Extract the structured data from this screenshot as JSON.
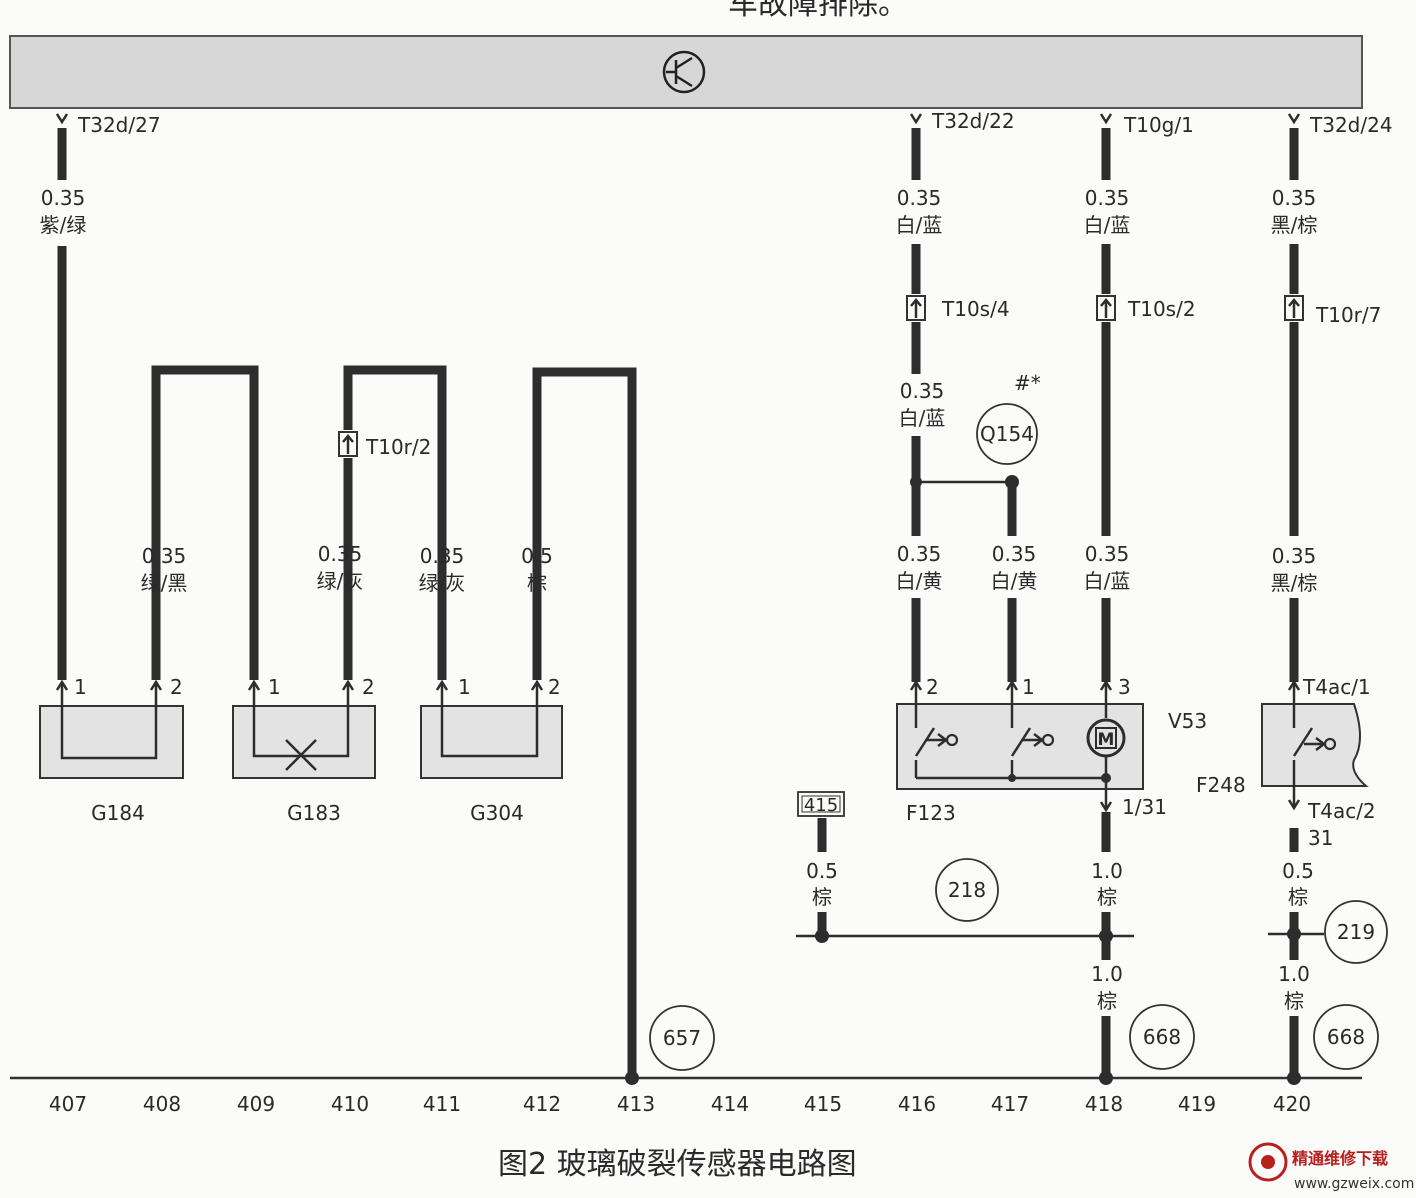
{
  "header_text": "车故障排除。",
  "caption": "图2  玻璃破裂传感器电路图",
  "watermark": {
    "title": "精通维修下载",
    "url": "www.gzweix.com"
  },
  "colors": {
    "bus": "#d7d7d7",
    "box": "#e3e3e3",
    "wire": "#2d2d2d",
    "watermark": "#b8201e"
  },
  "bus_icon": "transistor-icon",
  "top_connectors": [
    "T32d/27",
    "T32d/22",
    "T10g/1",
    "T32d/24"
  ],
  "wire_specs": {
    "w407_top": {
      "gauge": "0.35",
      "color": "紫/绿"
    },
    "w408": {
      "gauge": "0.35",
      "color": "绿/黑"
    },
    "w410": {
      "gauge": "0.35",
      "color": "绿/灰"
    },
    "w411": {
      "gauge": "0.35",
      "color": "绿/灰"
    },
    "w412": {
      "gauge": "0.5",
      "color": "棕"
    },
    "w416_top": {
      "gauge": "0.35",
      "color": "白/蓝"
    },
    "w416_mid": {
      "gauge": "0.35",
      "color": "白/蓝"
    },
    "w416_low": {
      "gauge": "0.35",
      "color": "白/黄"
    },
    "w417_low": {
      "gauge": "0.35",
      "color": "白/黄"
    },
    "w418_top": {
      "gauge": "0.35",
      "color": "白/蓝"
    },
    "w418_low": {
      "gauge": "0.35",
      "color": "白/蓝"
    },
    "w420_top": {
      "gauge": "0.35",
      "color": "黑/棕"
    },
    "w420_low": {
      "gauge": "0.35",
      "color": "黑/棕"
    },
    "w415_gnd": {
      "gauge": "0.5",
      "color": "棕"
    },
    "w418_gnd": {
      "gauge": "1.0",
      "color": "棕"
    },
    "w418_gnd2": {
      "gauge": "1.0",
      "color": "棕"
    },
    "w420_gnd": {
      "gauge": "0.5",
      "color": "棕"
    },
    "w420_gnd2": {
      "gauge": "1.0",
      "color": "棕"
    }
  },
  "inline_connectors": [
    "T10s/4",
    "T10s/2",
    "T10r/7",
    "T10r/2"
  ],
  "pins": {
    "p1": "1",
    "p2": "2",
    "p3": "3",
    "t4ac1": "T4ac/1",
    "t4ac2": "T4ac/2",
    "p31": "31",
    "p131": "1/31"
  },
  "components": {
    "g184": "G184",
    "g183": "G183",
    "g304": "G304",
    "f123": "F123",
    "v53": "V53",
    "f248": "F248"
  },
  "circles": {
    "q154": "Q154",
    "c218": "218",
    "c219": "219",
    "c657": "657",
    "c668a": "668",
    "c668b": "668"
  },
  "note_hash": "#*",
  "ref_box": "415",
  "motor_label": "M",
  "grid_numbers": [
    "407",
    "408",
    "409",
    "410",
    "411",
    "412",
    "413",
    "414",
    "415",
    "416",
    "417",
    "418",
    "419",
    "420"
  ]
}
